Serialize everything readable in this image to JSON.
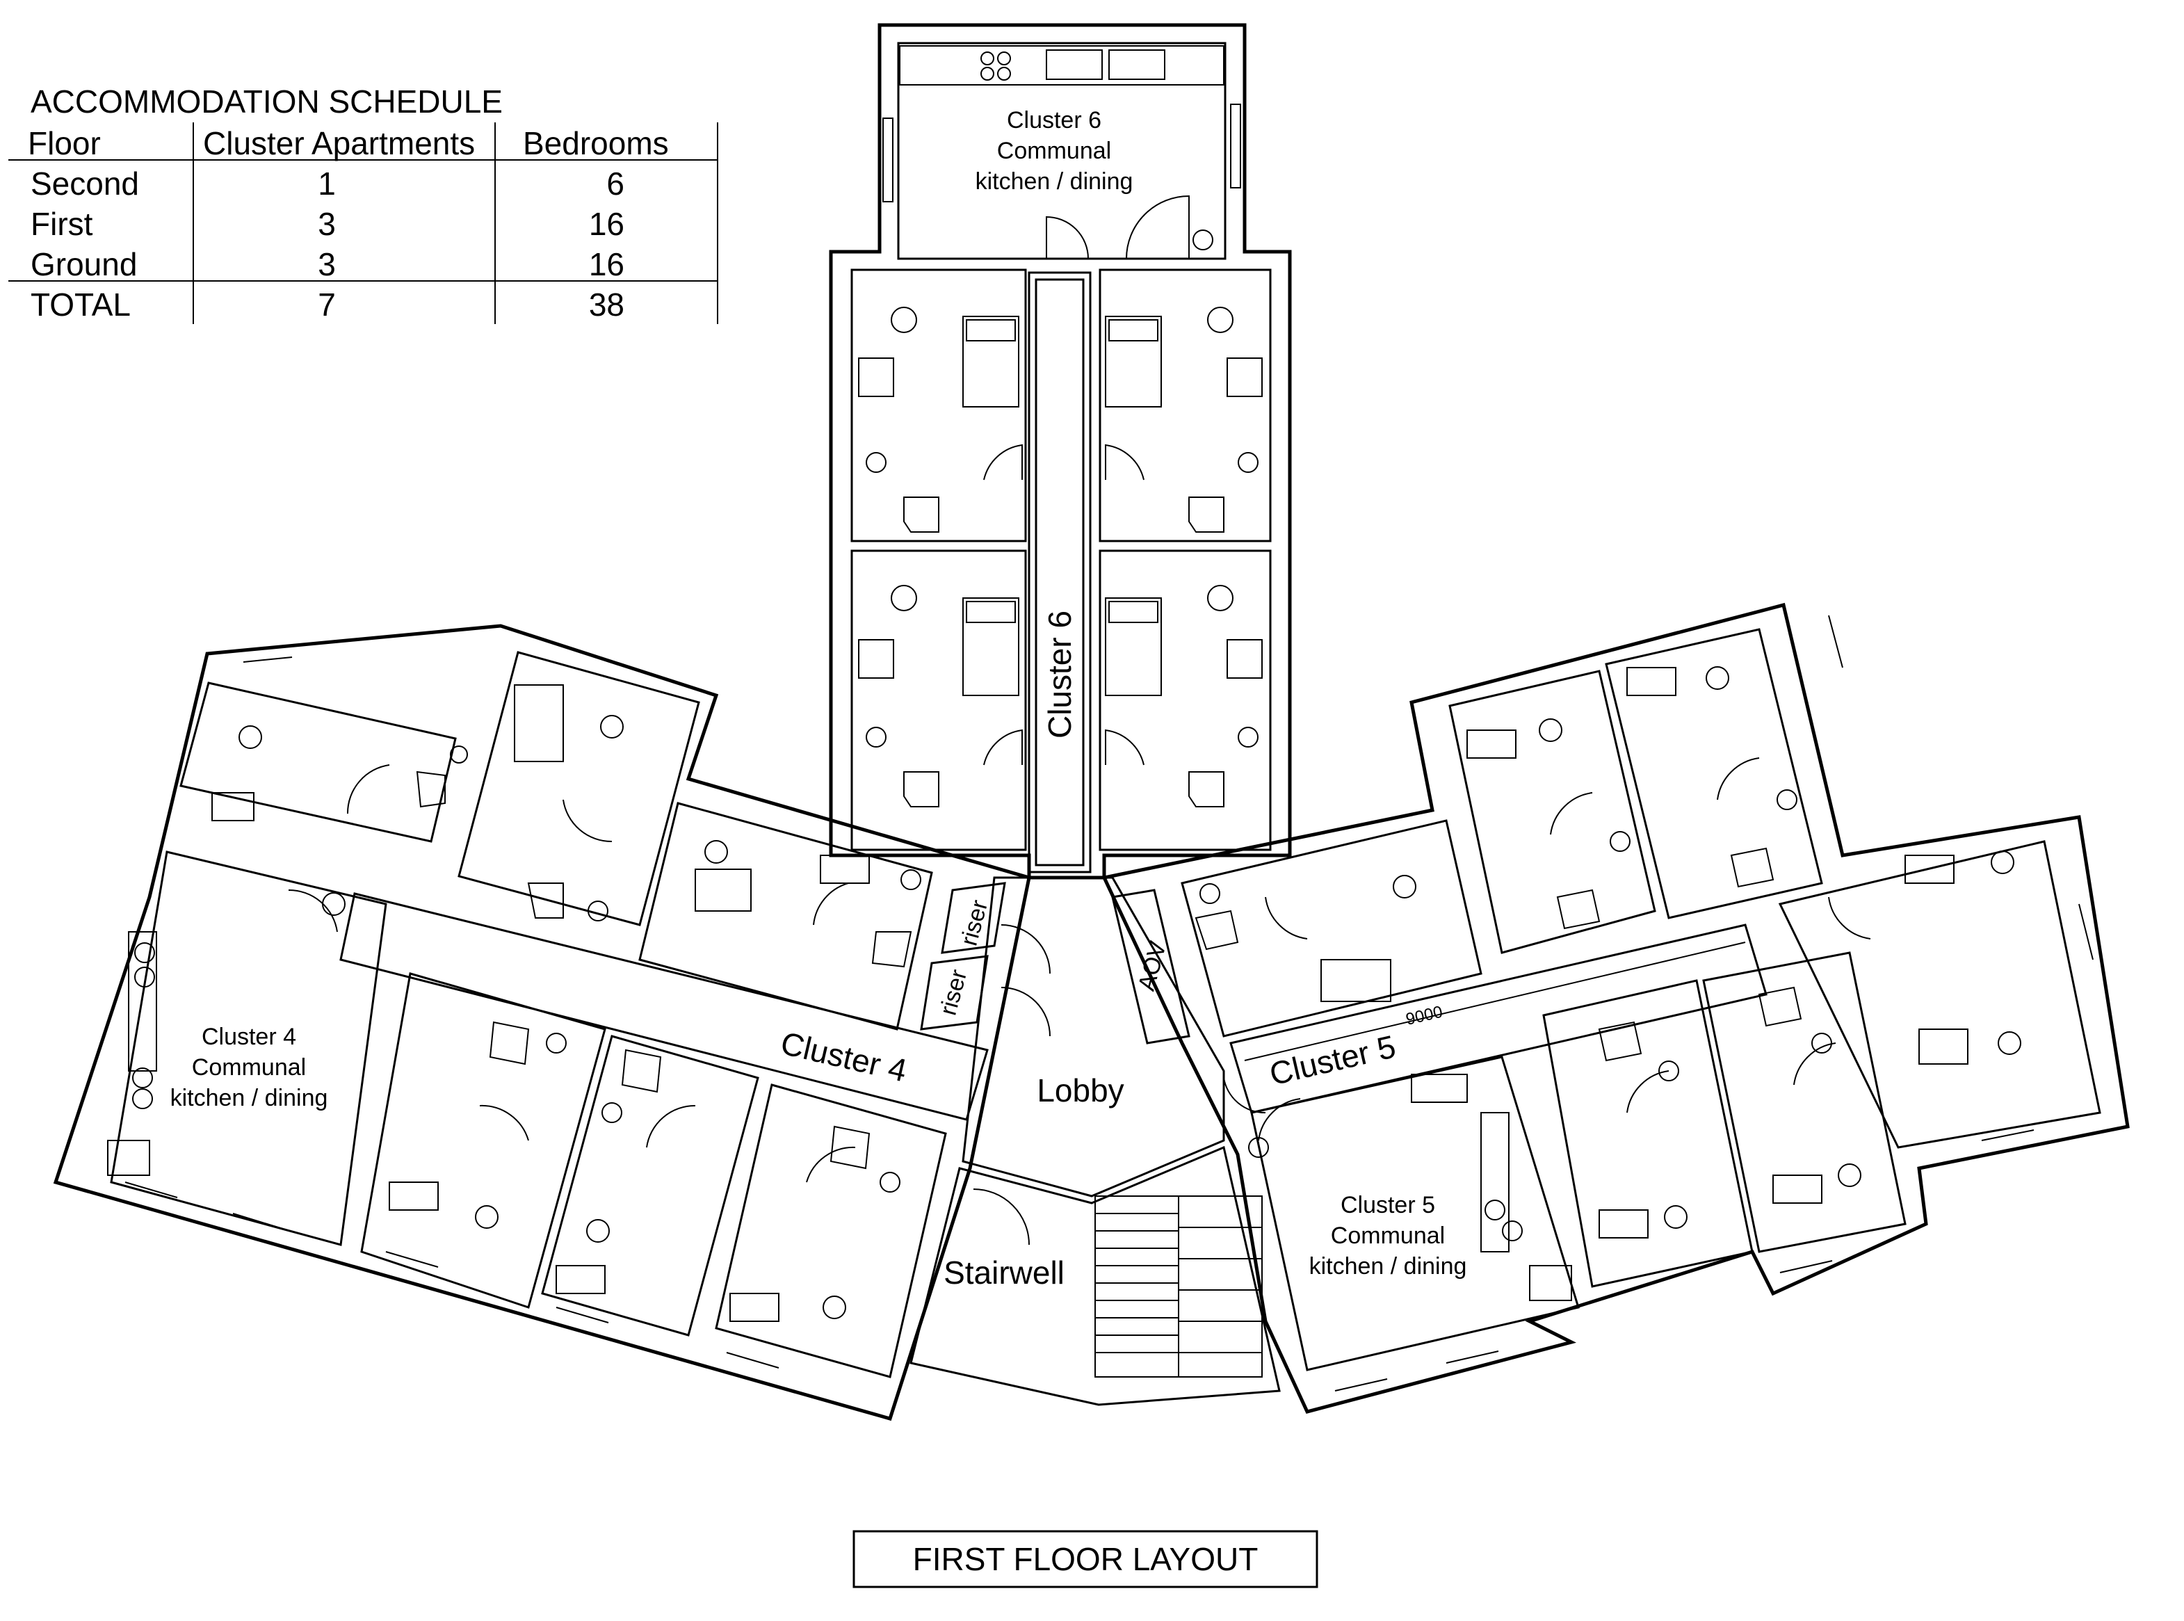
{
  "schedule": {
    "title": "ACCOMMODATION SCHEDULE",
    "headers": [
      "Floor",
      "Cluster Apartments",
      "Bedrooms"
    ],
    "rows": [
      {
        "floor": "Second",
        "apartments": "1",
        "bedrooms": "6"
      },
      {
        "floor": "First",
        "apartments": "3",
        "bedrooms": "16"
      },
      {
        "floor": "Ground",
        "apartments": "3",
        "bedrooms": "16"
      }
    ],
    "total": {
      "floor": "TOTAL",
      "apartments": "7",
      "bedrooms": "38"
    }
  },
  "labels": {
    "cluster6_kitchen": [
      "Cluster 6",
      "Communal",
      "kitchen / dining"
    ],
    "cluster4_kitchen": [
      "Cluster 4",
      "Communal",
      "kitchen / dining"
    ],
    "cluster5_kitchen": [
      "Cluster 5",
      "Communal",
      "kitchen / dining"
    ],
    "cluster6_corridor": "Cluster 6",
    "cluster4_corridor": "Cluster 4",
    "cluster5_corridor": "Cluster 5",
    "lobby": "Lobby",
    "stairwell": "Stairwell",
    "riser_1": "riser",
    "riser_2": "riser",
    "aov": "AOV",
    "dimension": "9000"
  },
  "title": "FIRST FLOOR LAYOUT"
}
